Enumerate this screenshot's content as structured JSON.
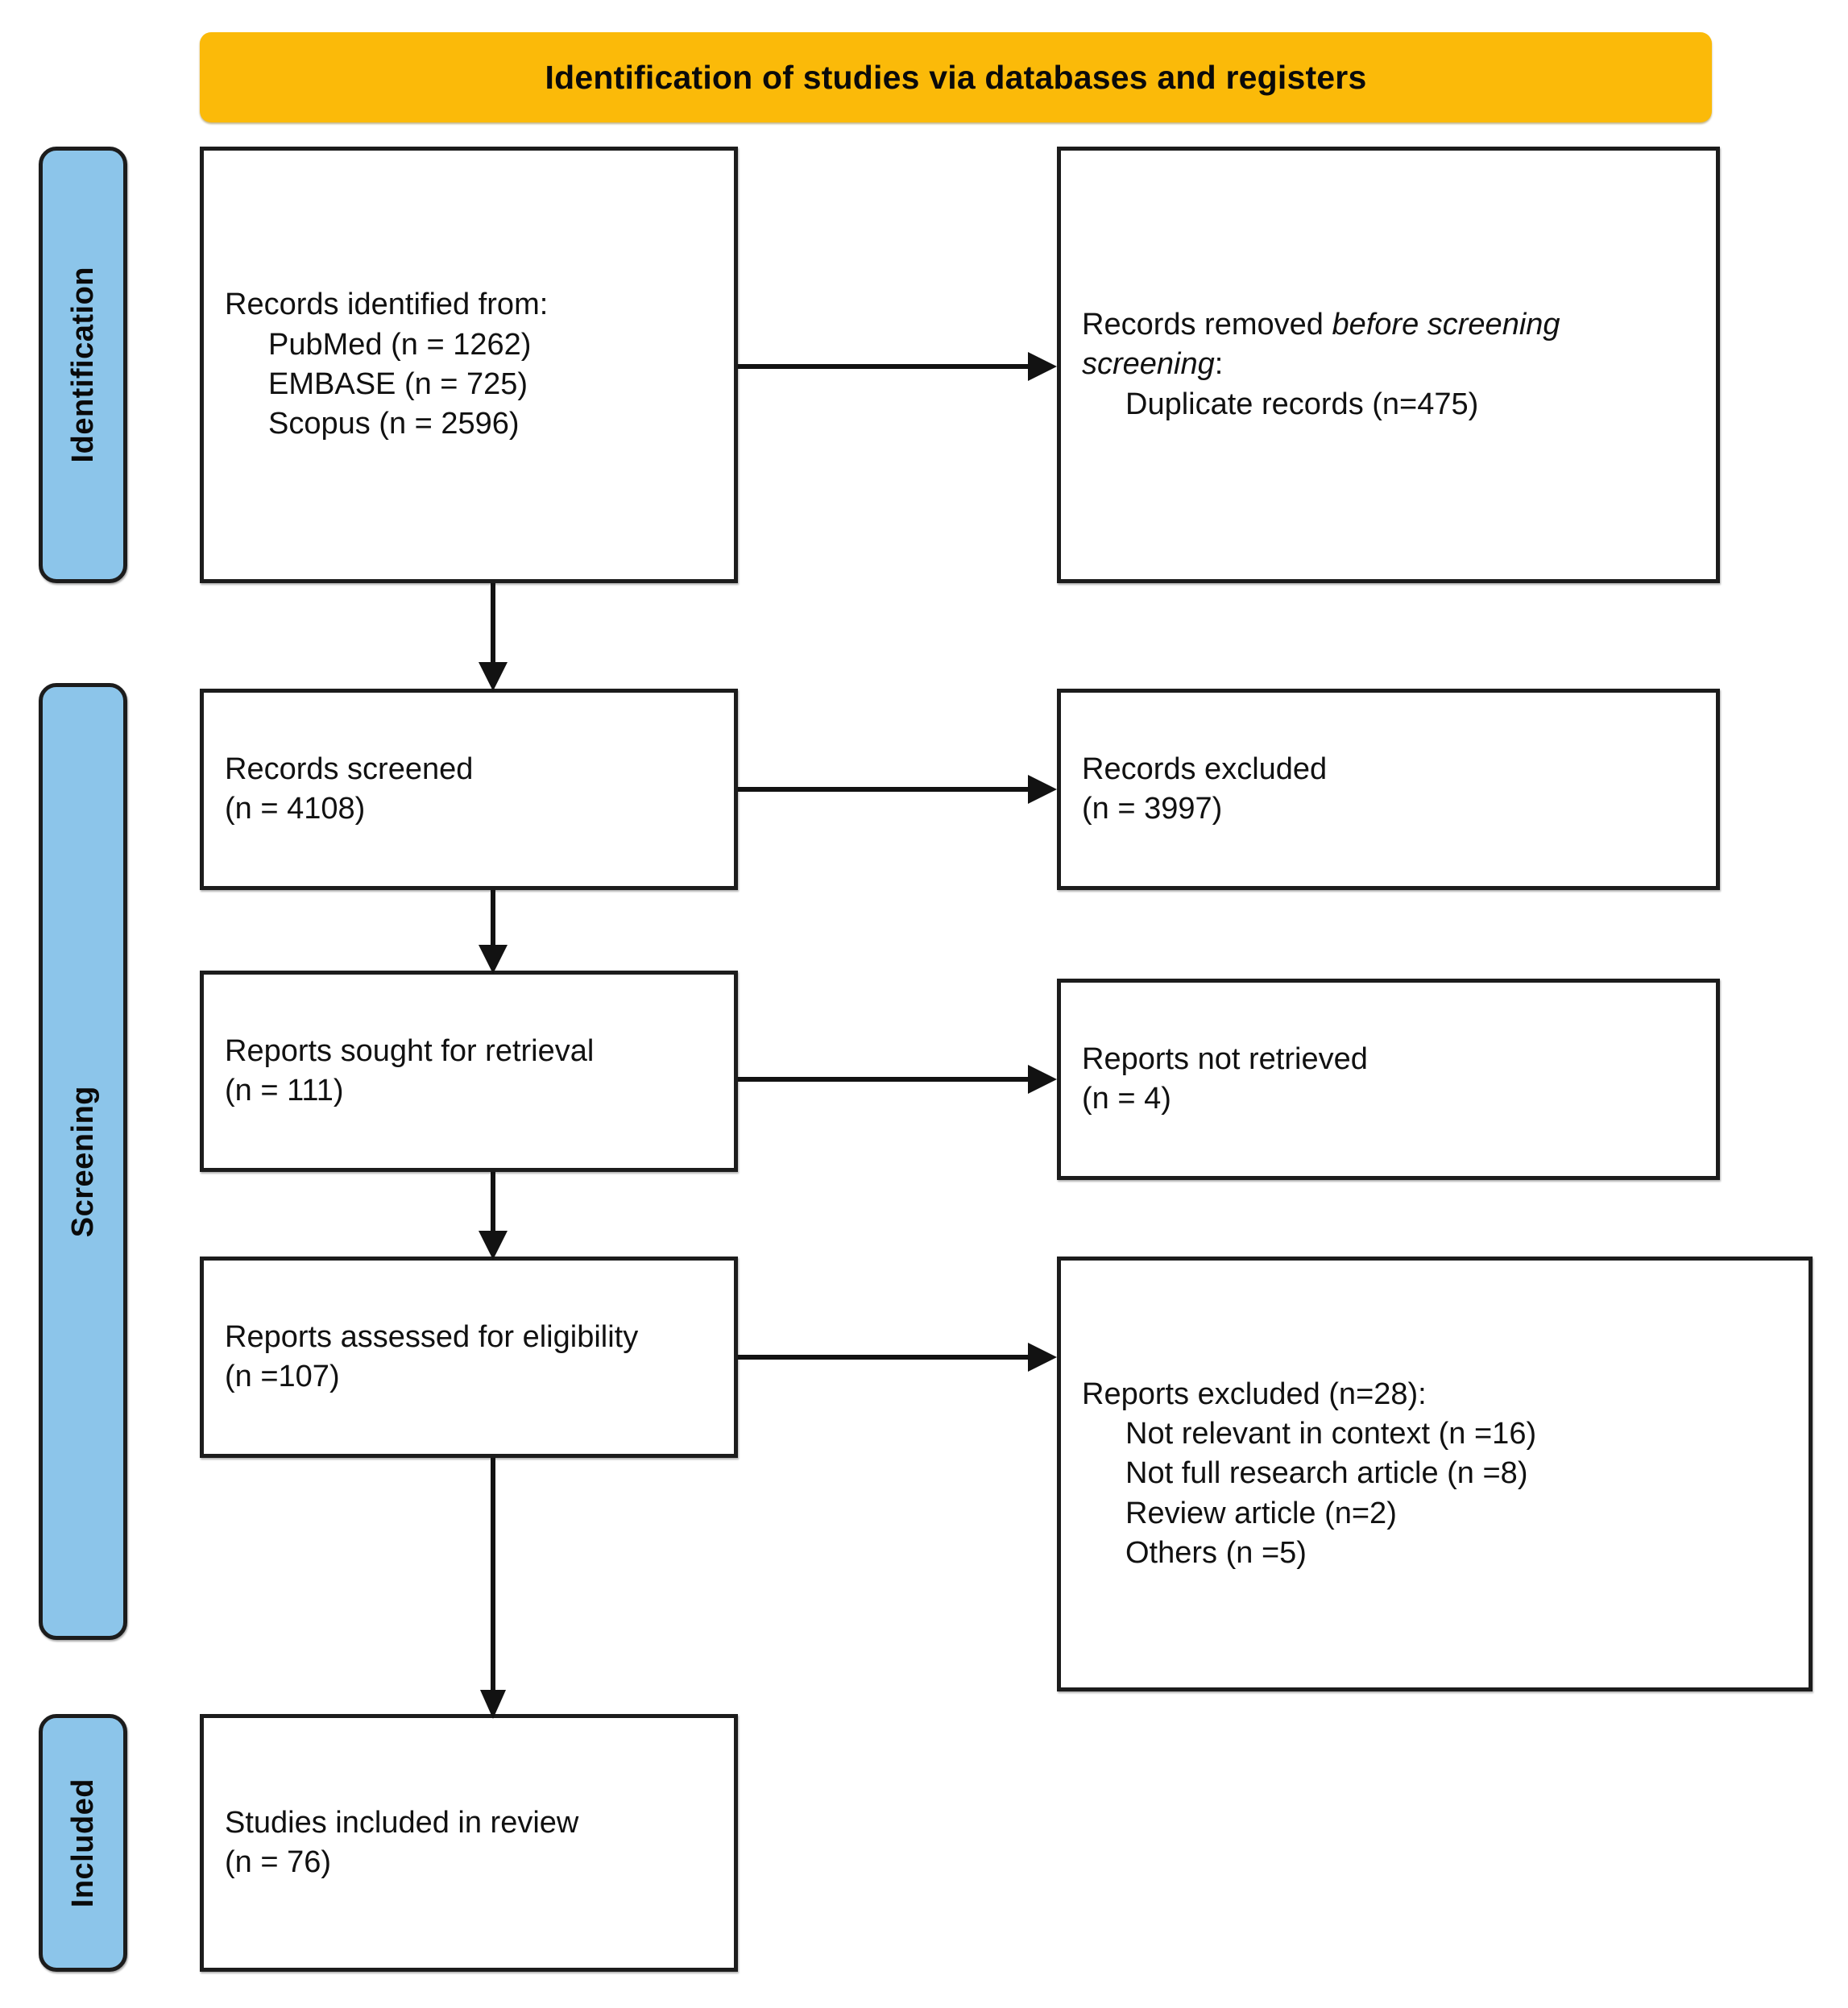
{
  "diagram": {
    "title": "Identification of studies via databases and registers",
    "colors": {
      "header_orange": "#FBBA09",
      "stage_blue": "#8CC5EA",
      "border_black": "#1C1C1C",
      "box_white": "#FFFFFF"
    }
  },
  "stages": [
    {
      "id": "identification",
      "label": "Identification"
    },
    {
      "id": "screening",
      "label": "Screening"
    },
    {
      "id": "included",
      "label": "Included"
    }
  ],
  "boxes": {
    "identified": {
      "title": "Records identified from:",
      "items": [
        "PubMed (n = 1262)",
        "EMBASE (n = 725)",
        "Scopus (n = 2596)"
      ]
    },
    "removed": {
      "title_pre": "Records removed ",
      "title_em": "before screening",
      "title_post": ":",
      "items": [
        "Duplicate records (n=475)"
      ]
    },
    "screened": {
      "title": "Records screened",
      "count": "(n = 4108)"
    },
    "excluded_records": {
      "title": "Records excluded",
      "count": "(n = 3997)"
    },
    "sought": {
      "title": "Reports sought for retrieval",
      "count": "(n = 111)"
    },
    "not_retrieved": {
      "title": "Reports not retrieved",
      "count": "(n = 4)"
    },
    "assessed": {
      "title": "Reports assessed for eligibility",
      "count": "(n =107)"
    },
    "excluded_reports": {
      "title": "Reports excluded (n=28):",
      "items": [
        "Not relevant in context (n =16)",
        "Not full research article (n =8)",
        "Review article (n=2)",
        "Others (n =5)"
      ]
    },
    "included": {
      "title": "Studies included in review",
      "count": "(n = 76)"
    }
  },
  "connectors": [
    {
      "id": "identified-to-removed",
      "direction": "right"
    },
    {
      "id": "identified-to-screened",
      "direction": "down"
    },
    {
      "id": "screened-to-excluded",
      "direction": "right"
    },
    {
      "id": "screened-to-sought",
      "direction": "down"
    },
    {
      "id": "sought-to-notretrieved",
      "direction": "right"
    },
    {
      "id": "sought-to-assessed",
      "direction": "down"
    },
    {
      "id": "assessed-to-excluded",
      "direction": "right"
    },
    {
      "id": "assessed-to-included",
      "direction": "down"
    }
  ]
}
